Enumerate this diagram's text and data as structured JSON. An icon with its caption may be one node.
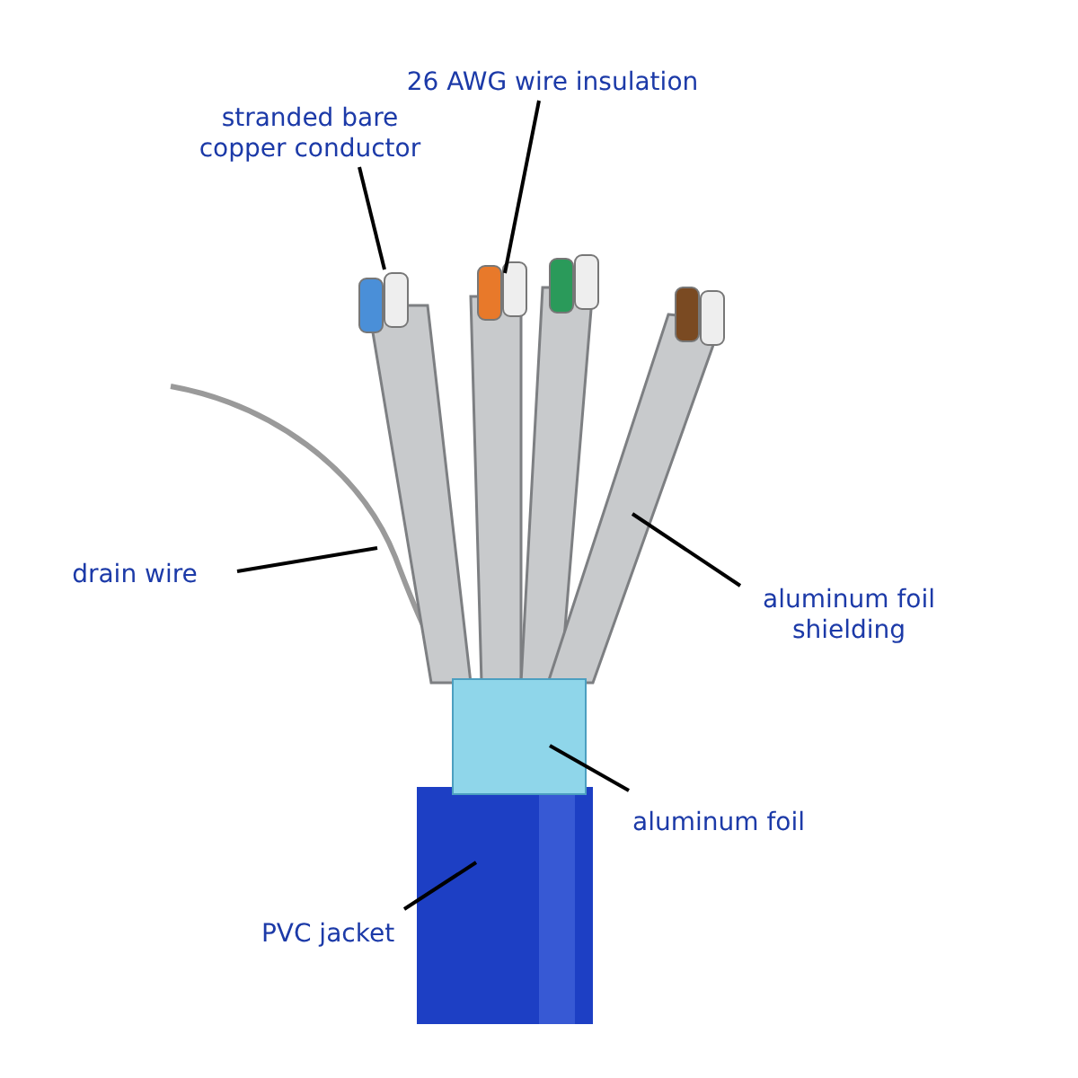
{
  "diagram": {
    "nodes": [
      {
        "text": [
          "stranded bare copper conductor"
        ]
      },
      {
        "text": [
          "26 AWG wire insulation"
        ]
      },
      {
        "text": [
          "drain wire"
        ]
      },
      {
        "text": [
          "aluminum foil shielding"
        ]
      },
      {
        "text": [
          "aluminum foil"
        ]
      },
      {
        "text": [
          "PVC jacket"
        ]
      }
    ],
    "edges": [
      {
        "from": 0,
        "to": null,
        "arrow": "none"
      },
      {
        "from": 1,
        "to": null,
        "arrow": "none"
      },
      {
        "from": 2,
        "to": null,
        "arrow": "none"
      },
      {
        "from": 3,
        "to": null,
        "arrow": "none"
      },
      {
        "from": 4,
        "to": null,
        "arrow": "none"
      },
      {
        "from": 5,
        "to": null,
        "arrow": "none"
      }
    ]
  }
}
